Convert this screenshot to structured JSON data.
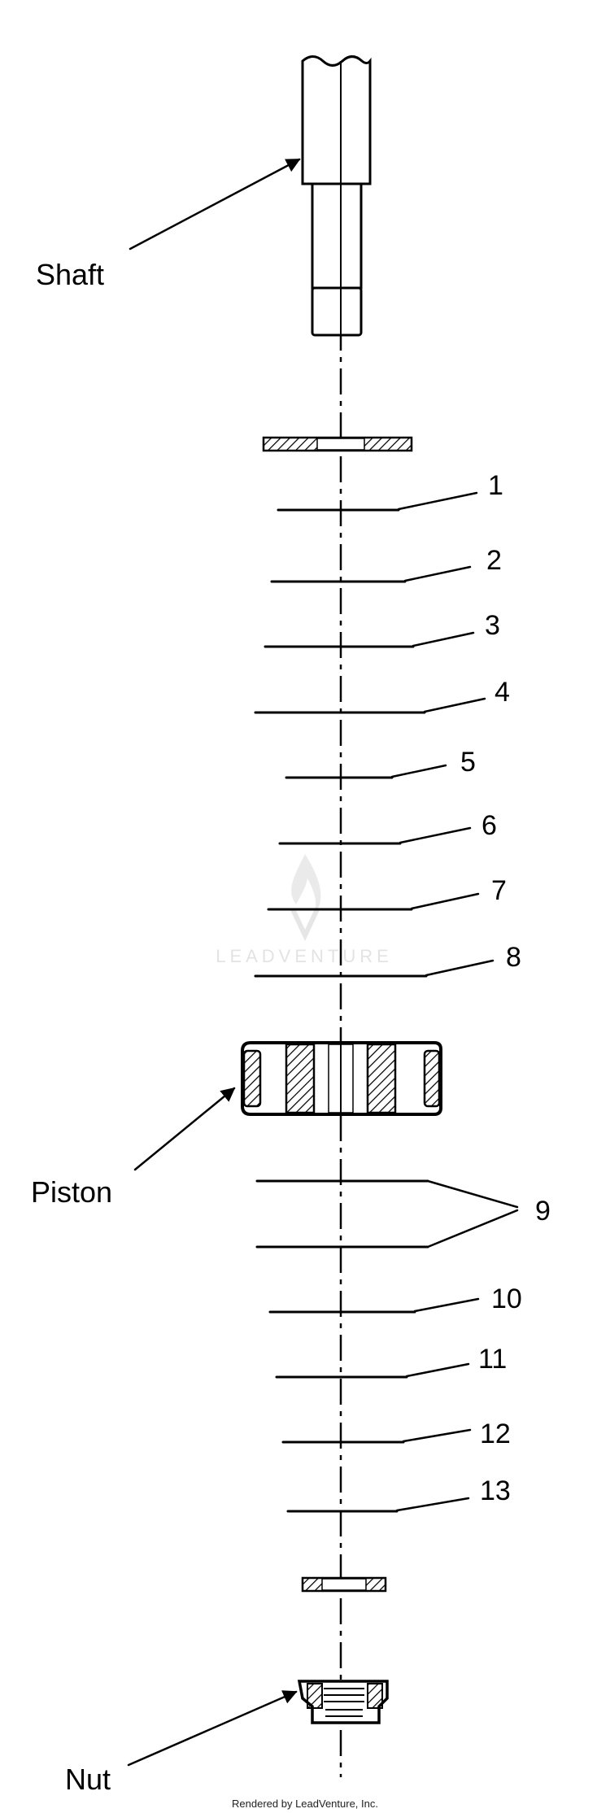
{
  "labels": {
    "shaft": "Shaft",
    "piston": "Piston",
    "nut": "Nut"
  },
  "part_numbers": [
    "1",
    "2",
    "3",
    "4",
    "5",
    "6",
    "7",
    "8",
    "9",
    "10",
    "11",
    "12",
    "13"
  ],
  "watermark": "LEADVENTURE",
  "footer": "Rendered by LeadVenture, Inc."
}
